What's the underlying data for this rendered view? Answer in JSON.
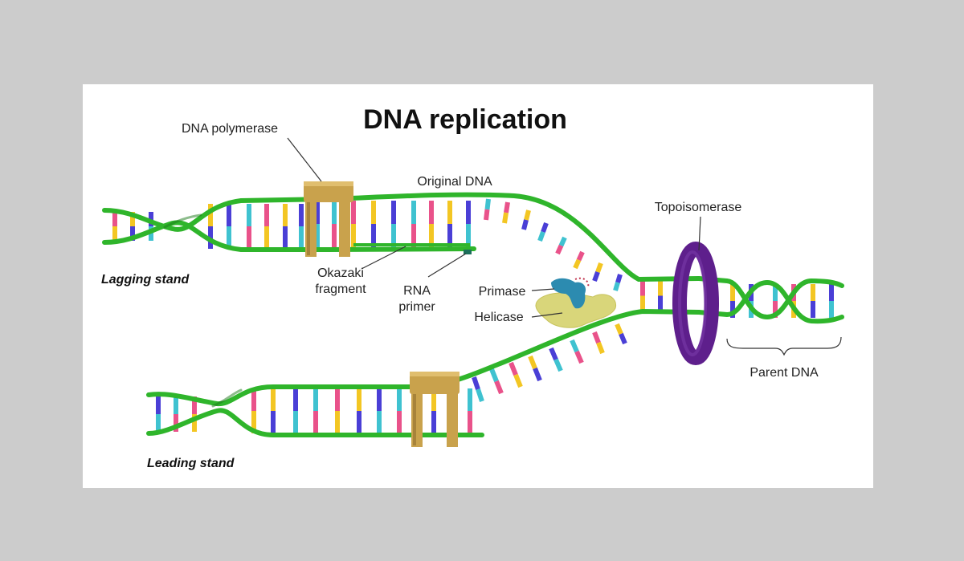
{
  "title": "DNA replication",
  "labels": {
    "dna_polymerase": "DNA polymerase",
    "original_dna": "Original DNA",
    "topoisomerase": "Topoisomerase",
    "lagging_stand": "Lagging stand",
    "okazaki_line1": "Okazaki",
    "okazaki_line2": "fragment",
    "rna_line1": "RNA",
    "rna_line2": "primer",
    "primase": "Primase",
    "helicase": "Helicase",
    "parent_dna": "Parent DNA",
    "leading_stand": "Leading stand"
  },
  "colors": {
    "background": "#cccccc",
    "panel": "#ffffff",
    "backbone": "#2fb52b",
    "backbone_dark": "#1c7a1a",
    "base_pink": "#e9528a",
    "base_yellow": "#f3c623",
    "base_blue": "#4a3fd6",
    "base_cyan": "#3fc2d0",
    "polymerase": "#c9a24c",
    "topoisomerase": "#5e1f8c",
    "primase": "#2c8bb0",
    "helicase": "#d9d67a"
  }
}
